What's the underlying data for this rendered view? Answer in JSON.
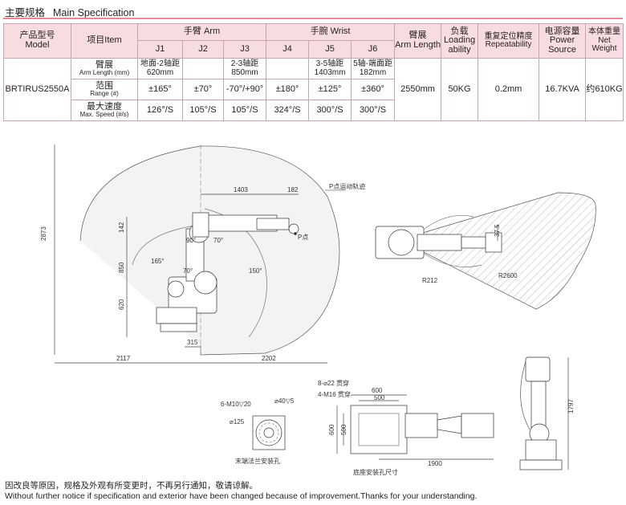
{
  "header": {
    "title_cn": "主要规格",
    "title_en": "Main Specification"
  },
  "table": {
    "model_cn": "产品型号",
    "model_en": "Model",
    "item": "项目Item",
    "arm_group": "手臂 Arm",
    "wrist_group": "手腕 Wrist",
    "joints": [
      "J1",
      "J2",
      "J3",
      "J4",
      "J5",
      "J6"
    ],
    "arm_length_cn": "臂展",
    "arm_length_en": "Arm Length",
    "loading_cn": "负载",
    "loading_en1": "Loading",
    "loading_en2": "ability",
    "repeat_cn": "重复定位精度",
    "repeat_en": "Repeatability",
    "power_cn": "电源容量",
    "power_en1": "Power",
    "power_en2": "Source",
    "weight_cn": "本体重量",
    "weight_en": "Net Weight",
    "model_value": "BRTIRUS2550A",
    "rows": [
      {
        "label_cn": "臂展",
        "label_en": "Arm Length (mm)",
        "cells": [
          [
            "地面-2轴距",
            "620mm"
          ],
          [],
          [
            "2-3轴距",
            "850mm"
          ],
          [],
          [
            "3-5轴距",
            "1403mm"
          ],
          [
            "5轴-端面距",
            "182mm"
          ]
        ]
      },
      {
        "label_cn": "范围",
        "label_en": "Range (#)",
        "cells": [
          [
            "±165°"
          ],
          [
            "±70°"
          ],
          [
            "-70°/+90°"
          ],
          [
            "±180°"
          ],
          [
            "±125°"
          ],
          [
            "±360°"
          ]
        ]
      },
      {
        "label_cn": "最大速度",
        "label_en": "Max. Speed (#/s)",
        "cells": [
          [
            "126°/S"
          ],
          [
            "105°/S"
          ],
          [
            "105°/S"
          ],
          [
            "324°/S"
          ],
          [
            "300°/S"
          ],
          [
            "300°/S"
          ]
        ]
      }
    ],
    "arm_length_value": "2550mm",
    "loading_value": "50KG",
    "repeat_value": "0.2mm",
    "power_value": "16.7KVA",
    "weight_value": "约610KG"
  },
  "drawing": {
    "d_2873": "2873",
    "d_1403": "1403",
    "d_182": "182",
    "d_142": "142",
    "d_850": "850",
    "d_620": "620",
    "d_315": "315",
    "d_2117": "2117",
    "d_2202": "2202",
    "a_165": "165°",
    "a_70a": "70°",
    "a_70b": "70°",
    "a_90": "90°",
    "a_150": "150°",
    "p_track": "P点运动轨迹",
    "p_point": "P点",
    "r212": "R212",
    "r2600": "R2600",
    "d_375": "37.5",
    "flange_m10": "6-M10▽20",
    "flange_phi40": "⌀40▽5",
    "flange_phi125": "⌀125",
    "flange_caption": "末端法兰安装孔",
    "base_8": "8-⌀22 贯穿",
    "base_4": "4-M16 贯穿",
    "base_600a": "600",
    "base_500a": "500",
    "base_600b": "600",
    "base_500b": "500",
    "base_1900": "1900",
    "base_caption": "底座安装孔尺寸",
    "d_1797": "1797"
  },
  "notes": {
    "cn": "因改良等原因，规格及外观有所变更时，不再另行通知，敬请谅解。",
    "en": "Without further notice if specification and exterior have been changed because of improvement.Thanks for your understanding."
  }
}
